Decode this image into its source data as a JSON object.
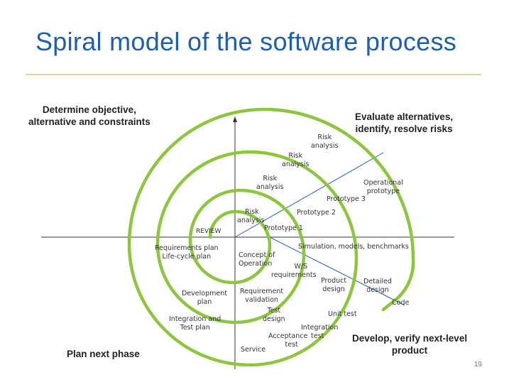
{
  "title": "Spiral model of the software process",
  "quadrants": {
    "top_left": [
      "Determine objective,",
      "alternative and constraints"
    ],
    "top_right": [
      "Evaluate alternatives,",
      "identify, resolve risks"
    ],
    "bottom_left": "Plan next phase",
    "bottom_right": [
      "Develop, verify next-level",
      "product"
    ]
  },
  "labels": {
    "risk1": [
      "Risk",
      "analysis"
    ],
    "risk2": [
      "Risk",
      "analysis"
    ],
    "risk3": [
      "Risk",
      "analysis"
    ],
    "risk4": "Risk",
    "risk4b": "analysis",
    "operational_prototype": [
      "Operational",
      "prototype"
    ],
    "prototype3": "Prototype 3",
    "prototype2": "Prototype 2",
    "prototype1": "Prototype 1",
    "review": "REVIEW",
    "simulation": "Simulation, models, benchmarks",
    "requirements_plan": [
      "Requirements plan",
      "Life-cycle plan"
    ],
    "concept": [
      "Concept of",
      "Operation"
    ],
    "sw_requirements": [
      "W/S",
      "requirements"
    ],
    "product_design": [
      "Product",
      "design"
    ],
    "detailed_design": [
      "Detailed",
      "design"
    ],
    "development_plan": [
      "Development",
      "plan"
    ],
    "requirement_validation": [
      "Requirement",
      "validation"
    ],
    "code": "Code",
    "test_design": [
      "Test",
      "design"
    ],
    "unit_test": "Unit test",
    "integration_test_plan": [
      "Integration and",
      "Test plan"
    ],
    "integration_test": [
      "Integration",
      "test"
    ],
    "acceptance_test": [
      "Acceptance",
      "test"
    ],
    "service": "Service"
  },
  "page_number": "19",
  "colors": {
    "spiral": "#8cc63f",
    "title": "#1f5fa8",
    "axis": "#333333"
  }
}
